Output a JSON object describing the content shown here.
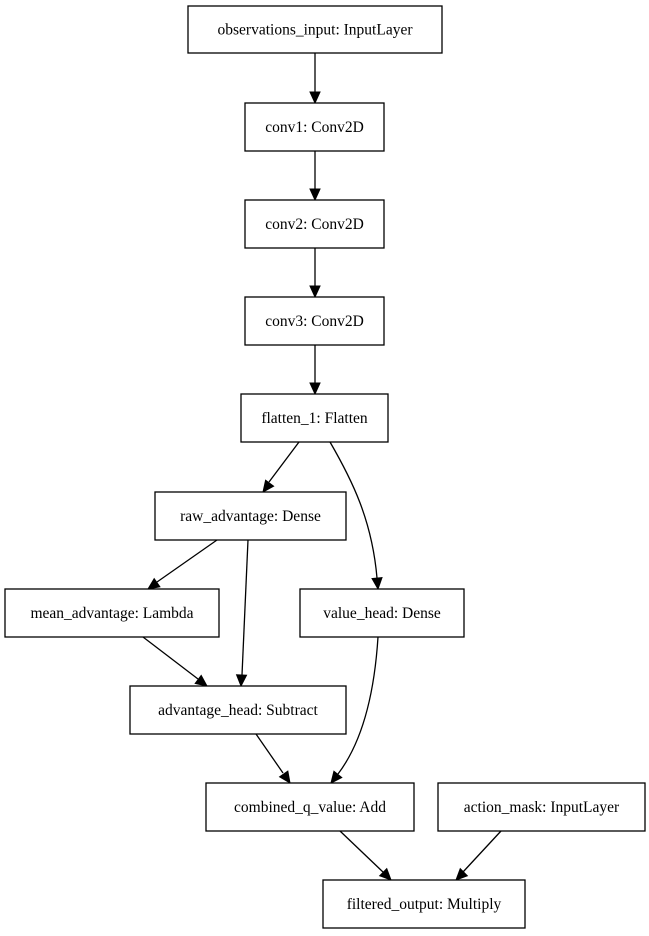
{
  "diagram": {
    "nodes": [
      {
        "id": "observations_input",
        "label": "observations_input: InputLayer"
      },
      {
        "id": "conv1",
        "label": "conv1: Conv2D"
      },
      {
        "id": "conv2",
        "label": "conv2: Conv2D"
      },
      {
        "id": "conv3",
        "label": "conv3: Conv2D"
      },
      {
        "id": "flatten_1",
        "label": "flatten_1: Flatten"
      },
      {
        "id": "raw_advantage",
        "label": "raw_advantage: Dense"
      },
      {
        "id": "mean_advantage",
        "label": "mean_advantage: Lambda"
      },
      {
        "id": "value_head",
        "label": "value_head: Dense"
      },
      {
        "id": "advantage_head",
        "label": "advantage_head: Subtract"
      },
      {
        "id": "combined_q_value",
        "label": "combined_q_value: Add"
      },
      {
        "id": "action_mask",
        "label": "action_mask: InputLayer"
      },
      {
        "id": "filtered_output",
        "label": "filtered_output: Multiply"
      }
    ],
    "edges": [
      {
        "from": "observations_input",
        "to": "conv1"
      },
      {
        "from": "conv1",
        "to": "conv2"
      },
      {
        "from": "conv2",
        "to": "conv3"
      },
      {
        "from": "conv3",
        "to": "flatten_1"
      },
      {
        "from": "flatten_1",
        "to": "raw_advantage"
      },
      {
        "from": "flatten_1",
        "to": "value_head"
      },
      {
        "from": "raw_advantage",
        "to": "mean_advantage"
      },
      {
        "from": "raw_advantage",
        "to": "advantage_head"
      },
      {
        "from": "mean_advantage",
        "to": "advantage_head"
      },
      {
        "from": "advantage_head",
        "to": "combined_q_value"
      },
      {
        "from": "value_head",
        "to": "combined_q_value"
      },
      {
        "from": "combined_q_value",
        "to": "filtered_output"
      },
      {
        "from": "action_mask",
        "to": "filtered_output"
      }
    ]
  }
}
